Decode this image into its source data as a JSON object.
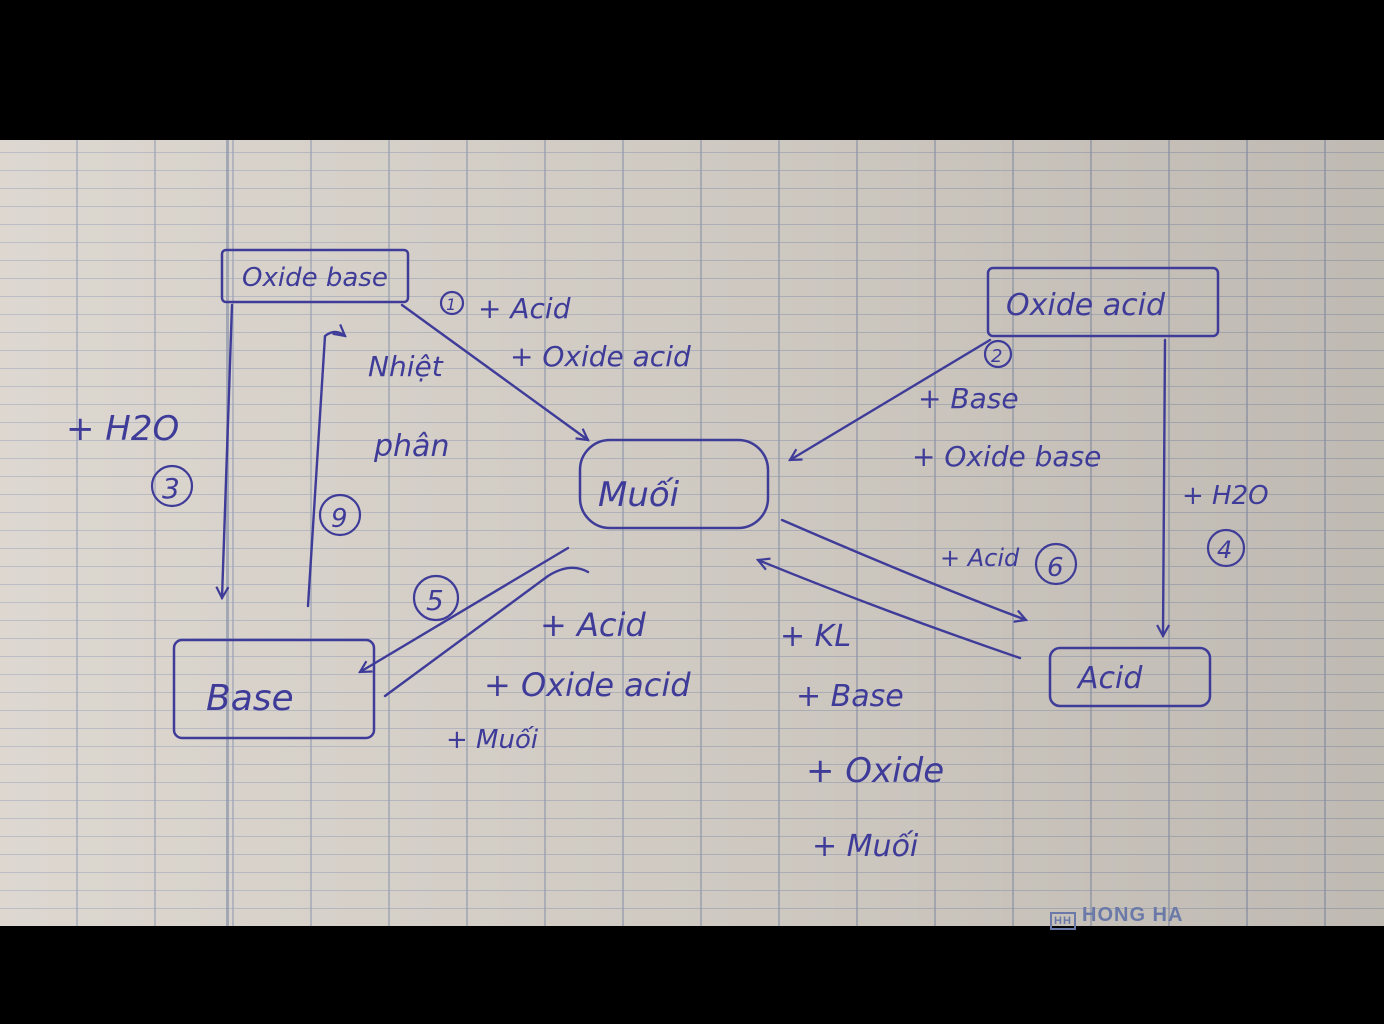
{
  "nodes": {
    "oxide_base": "Oxide base",
    "oxide_acid": "Oxide acid",
    "muoi": "Muối",
    "base": "Base",
    "acid": "Acid"
  },
  "edges": {
    "e1": {
      "num": "1",
      "lines": [
        "+ Acid",
        "+ Oxide acid"
      ]
    },
    "e2": {
      "num": "2",
      "lines": [
        "+ Base",
        "+ Oxide base"
      ]
    },
    "e3": {
      "num": "3",
      "lines": [
        "+ H2O"
      ]
    },
    "e4": {
      "num": "4",
      "lines": [
        "+ H2O"
      ]
    },
    "e5": {
      "num": "5",
      "lines": [
        "+ Acid",
        "+ Oxide acid",
        "+ Muối"
      ]
    },
    "e6": {
      "num": "6",
      "lines": [
        "+ Acid"
      ]
    },
    "e9": {
      "num": "9",
      "lines": [
        "Nhiệt",
        "phân"
      ]
    },
    "e_acid_to_muoi": {
      "lines": [
        "+ KL",
        "+ Base",
        "+ Oxide",
        "+ Muối"
      ]
    }
  },
  "brand": {
    "logo": "HH",
    "name": "HONG HA"
  }
}
